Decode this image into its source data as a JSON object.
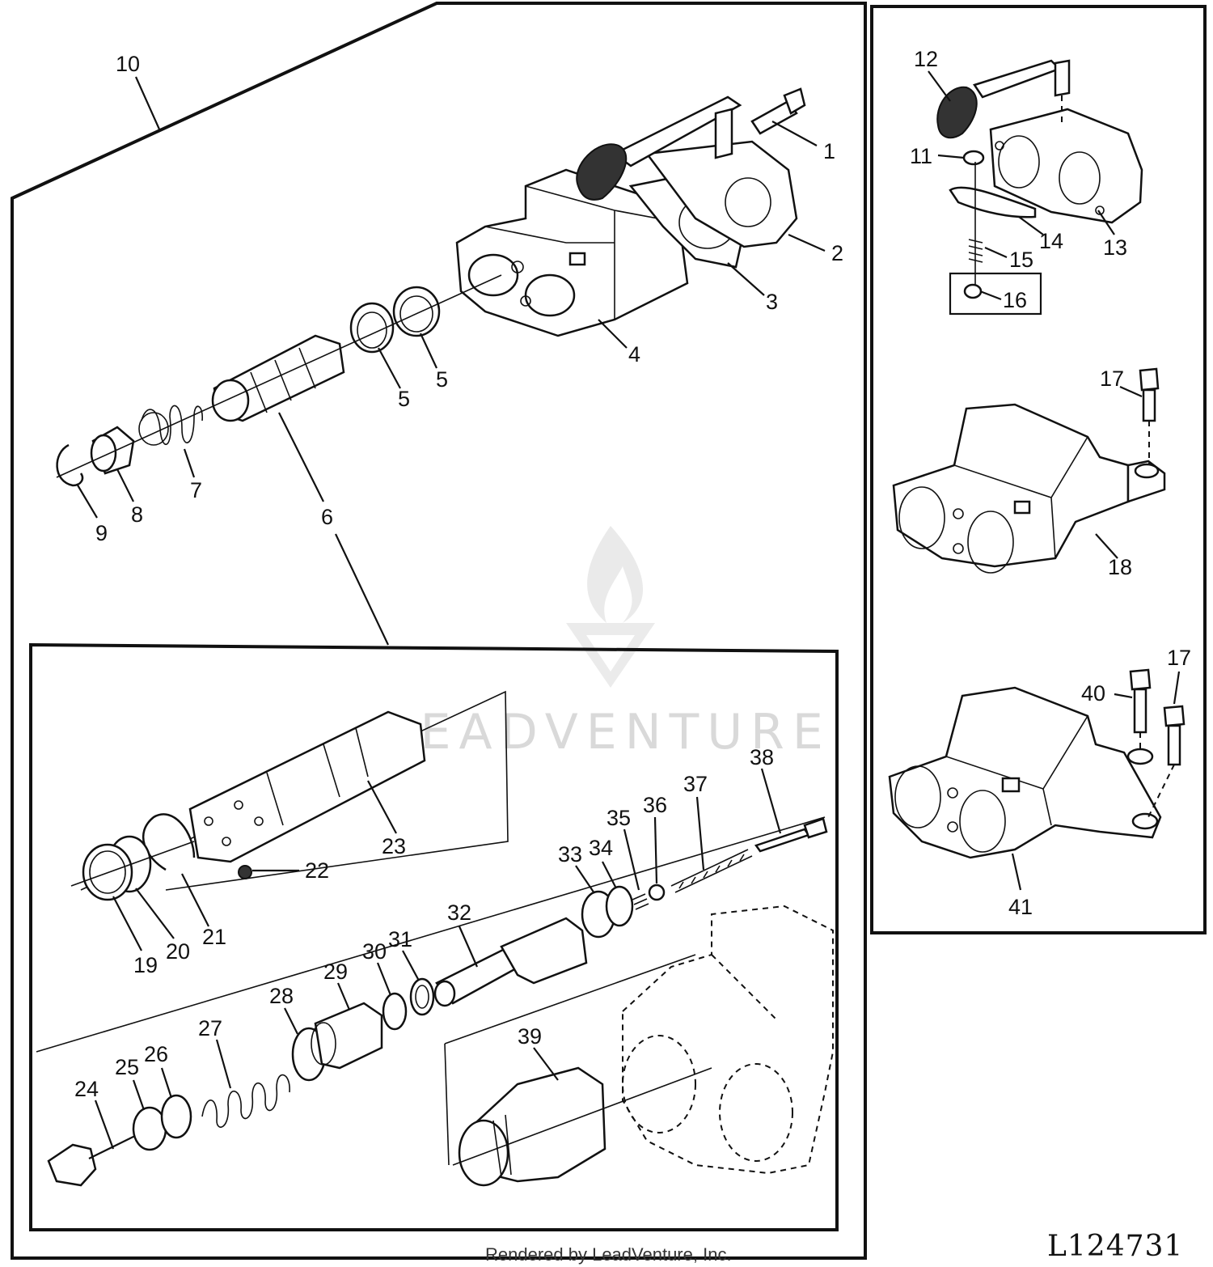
{
  "callouts": {
    "c1": "1",
    "c2": "2",
    "c3": "3",
    "c4": "4",
    "c5a": "5",
    "c5b": "5",
    "c6": "6",
    "c7": "7",
    "c8": "8",
    "c9": "9",
    "c10": "10",
    "c11": "11",
    "c12": "12",
    "c13": "13",
    "c14": "14",
    "c15": "15",
    "c16": "16",
    "c17a": "17",
    "c17b": "17",
    "c18": "18",
    "c19": "19",
    "c20": "20",
    "c21": "21",
    "c22": "22",
    "c23": "23",
    "c24": "24",
    "c25": "25",
    "c26": "26",
    "c27": "27",
    "c28": "28",
    "c29": "29",
    "c30": "30",
    "c31": "31",
    "c32": "32",
    "c33": "33",
    "c34": "34",
    "c35": "35",
    "c36": "36",
    "c37": "37",
    "c38": "38",
    "c39": "39",
    "c40": "40",
    "c41": "41"
  },
  "drawing_id": "L124731",
  "footer": "Rendered by LeadVenture, Inc.",
  "watermark": "LEADVENTURE"
}
